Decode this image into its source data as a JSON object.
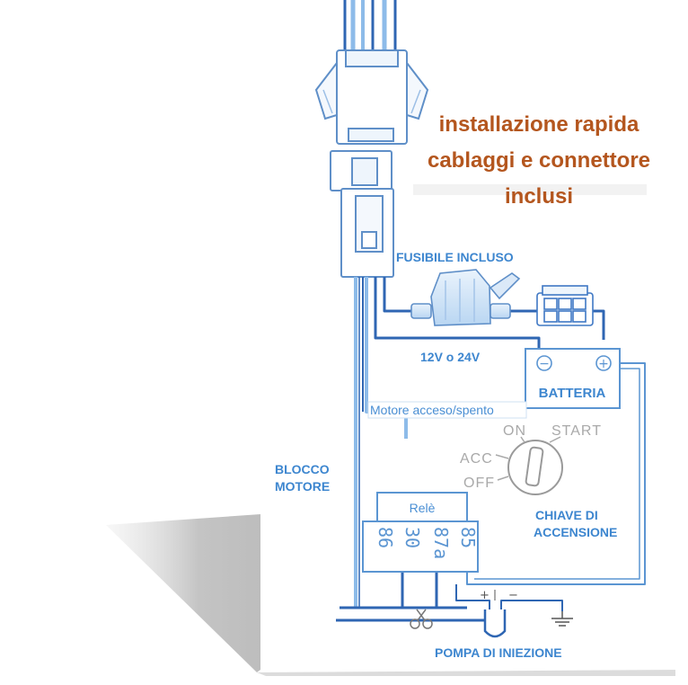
{
  "title": {
    "line1": "installazione rapida",
    "line2": "cablaggi e connettore",
    "line3": "inclusi"
  },
  "labels": {
    "fuse": "FUSIBILE INCLUSO",
    "voltage": "12V o 24V",
    "engine_state": "Motore acceso/spento",
    "battery": "BATTERIA",
    "engine_block_1": "BLOCCO",
    "engine_block_2": "MOTORE",
    "relay": "Relè",
    "key_1": "CHIAVE DI",
    "key_2": "ACCENSIONE",
    "pump": "POMPA DI INIEZIONE"
  },
  "ignition_positions": {
    "on": "ON",
    "start": "START",
    "acc": "ACC",
    "off": "OFF"
  },
  "battery_terminals": {
    "minus": "−",
    "plus": "+"
  },
  "relay_terminals": [
    "86",
    "30",
    "87a",
    "85"
  ],
  "pump_polarity": {
    "plus": "+",
    "minus": "−"
  },
  "colors": {
    "title": "#b4561e",
    "label": "#3d86cf",
    "wire_dark": "#2f66b3",
    "wire_light": "#8dbbe9",
    "line": "#7aa7dc",
    "shadow": "#c6c6c6"
  }
}
